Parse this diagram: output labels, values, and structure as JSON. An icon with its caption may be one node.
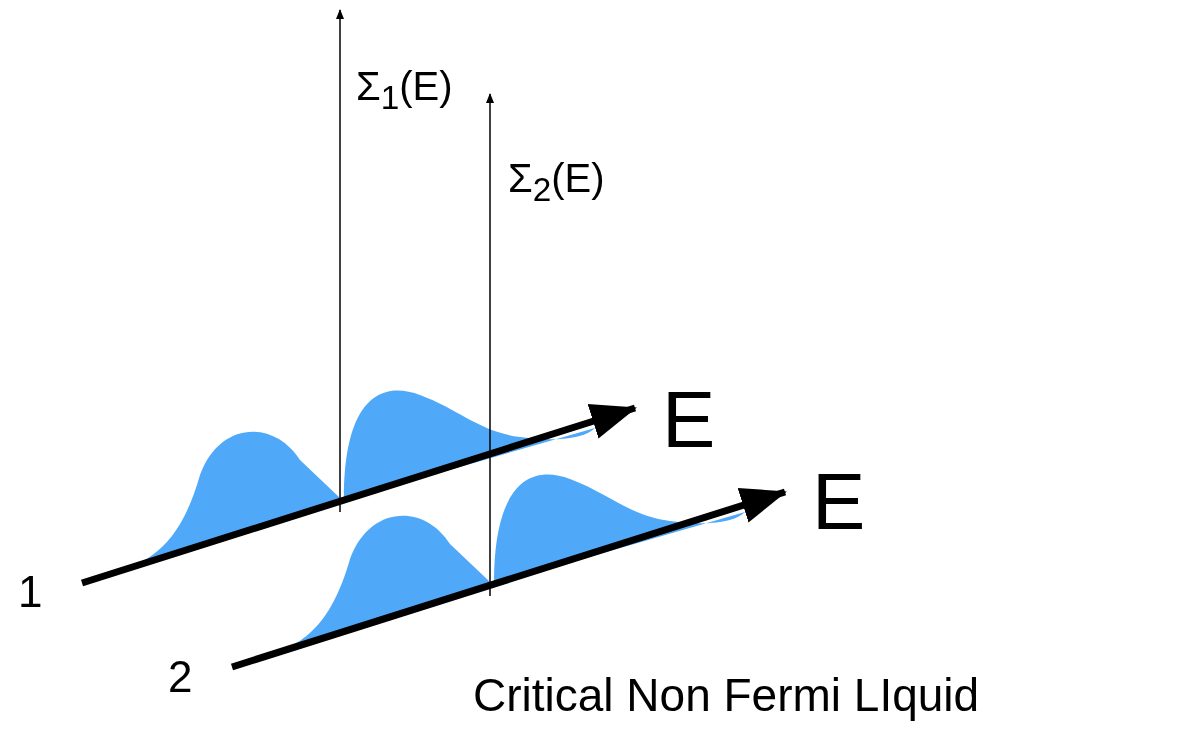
{
  "diagram": {
    "caption": "Critical Non Fermi LIquid",
    "labels": [
      "Σ$_{1}$(E)",
      "Σ$_{2}$(E)",
      "E",
      "E",
      "1",
      "2"
    ]
  }
}
